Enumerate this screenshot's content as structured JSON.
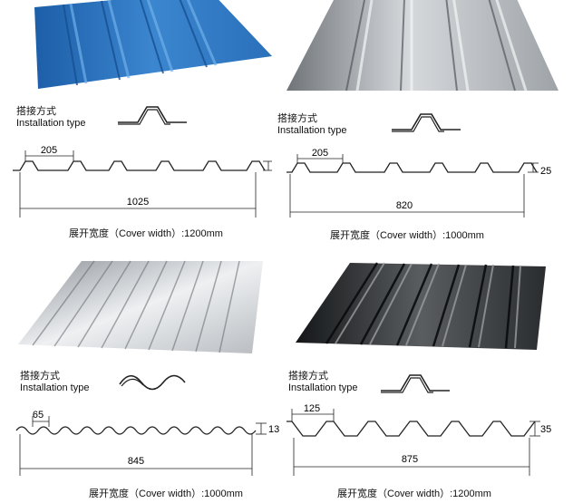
{
  "panels": [
    {
      "id": "blue-trapezoid",
      "colors": {
        "light": "#4a93d6",
        "mid": "#2f78c4",
        "dark": "#1d5ea8",
        "edge": "#174f92"
      },
      "install": {
        "cn": "搭接方式",
        "en": "Installation type"
      },
      "pitch_label": "205",
      "width_label": "1025",
      "height_label": "",
      "cover": {
        "cn": "展开宽度（Cover width）",
        "value": ":1200mm"
      }
    },
    {
      "id": "silver-trapezoid",
      "colors": {
        "light": "#d6d9dc",
        "mid": "#a6abb0",
        "dark": "#6f7479",
        "edge": "#55595d"
      },
      "install": {
        "cn": "搭接方式",
        "en": "Installation type"
      },
      "pitch_label": "205",
      "width_label": "820",
      "height_label": "25",
      "cover": {
        "cn": "展开宽度（Cover width）",
        "value": ":1000mm"
      }
    },
    {
      "id": "galvanized-corrugated",
      "colors": {
        "light": "#eef0f2",
        "mid": "#c3c7cb",
        "dark": "#8e9399",
        "edge": "#6d7277"
      },
      "install": {
        "cn": "搭接方式",
        "en": "Installation type"
      },
      "pitch_label": "65",
      "width_label": "845",
      "height_label": "13",
      "cover": {
        "cn": "展开宽度（Cover width）",
        "value": ":1000mm"
      }
    },
    {
      "id": "black-trapezoid",
      "colors": {
        "light": "#8a8d90",
        "mid": "#3a3d40",
        "dark": "#141618",
        "edge": "#0a0b0c"
      },
      "install": {
        "cn": "搭接方式",
        "en": "Installation type"
      },
      "pitch_label": "125",
      "width_label": "875",
      "height_label": "35",
      "cover": {
        "cn": "展开宽度（Cover width）",
        "value": ":1200mm"
      }
    }
  ]
}
